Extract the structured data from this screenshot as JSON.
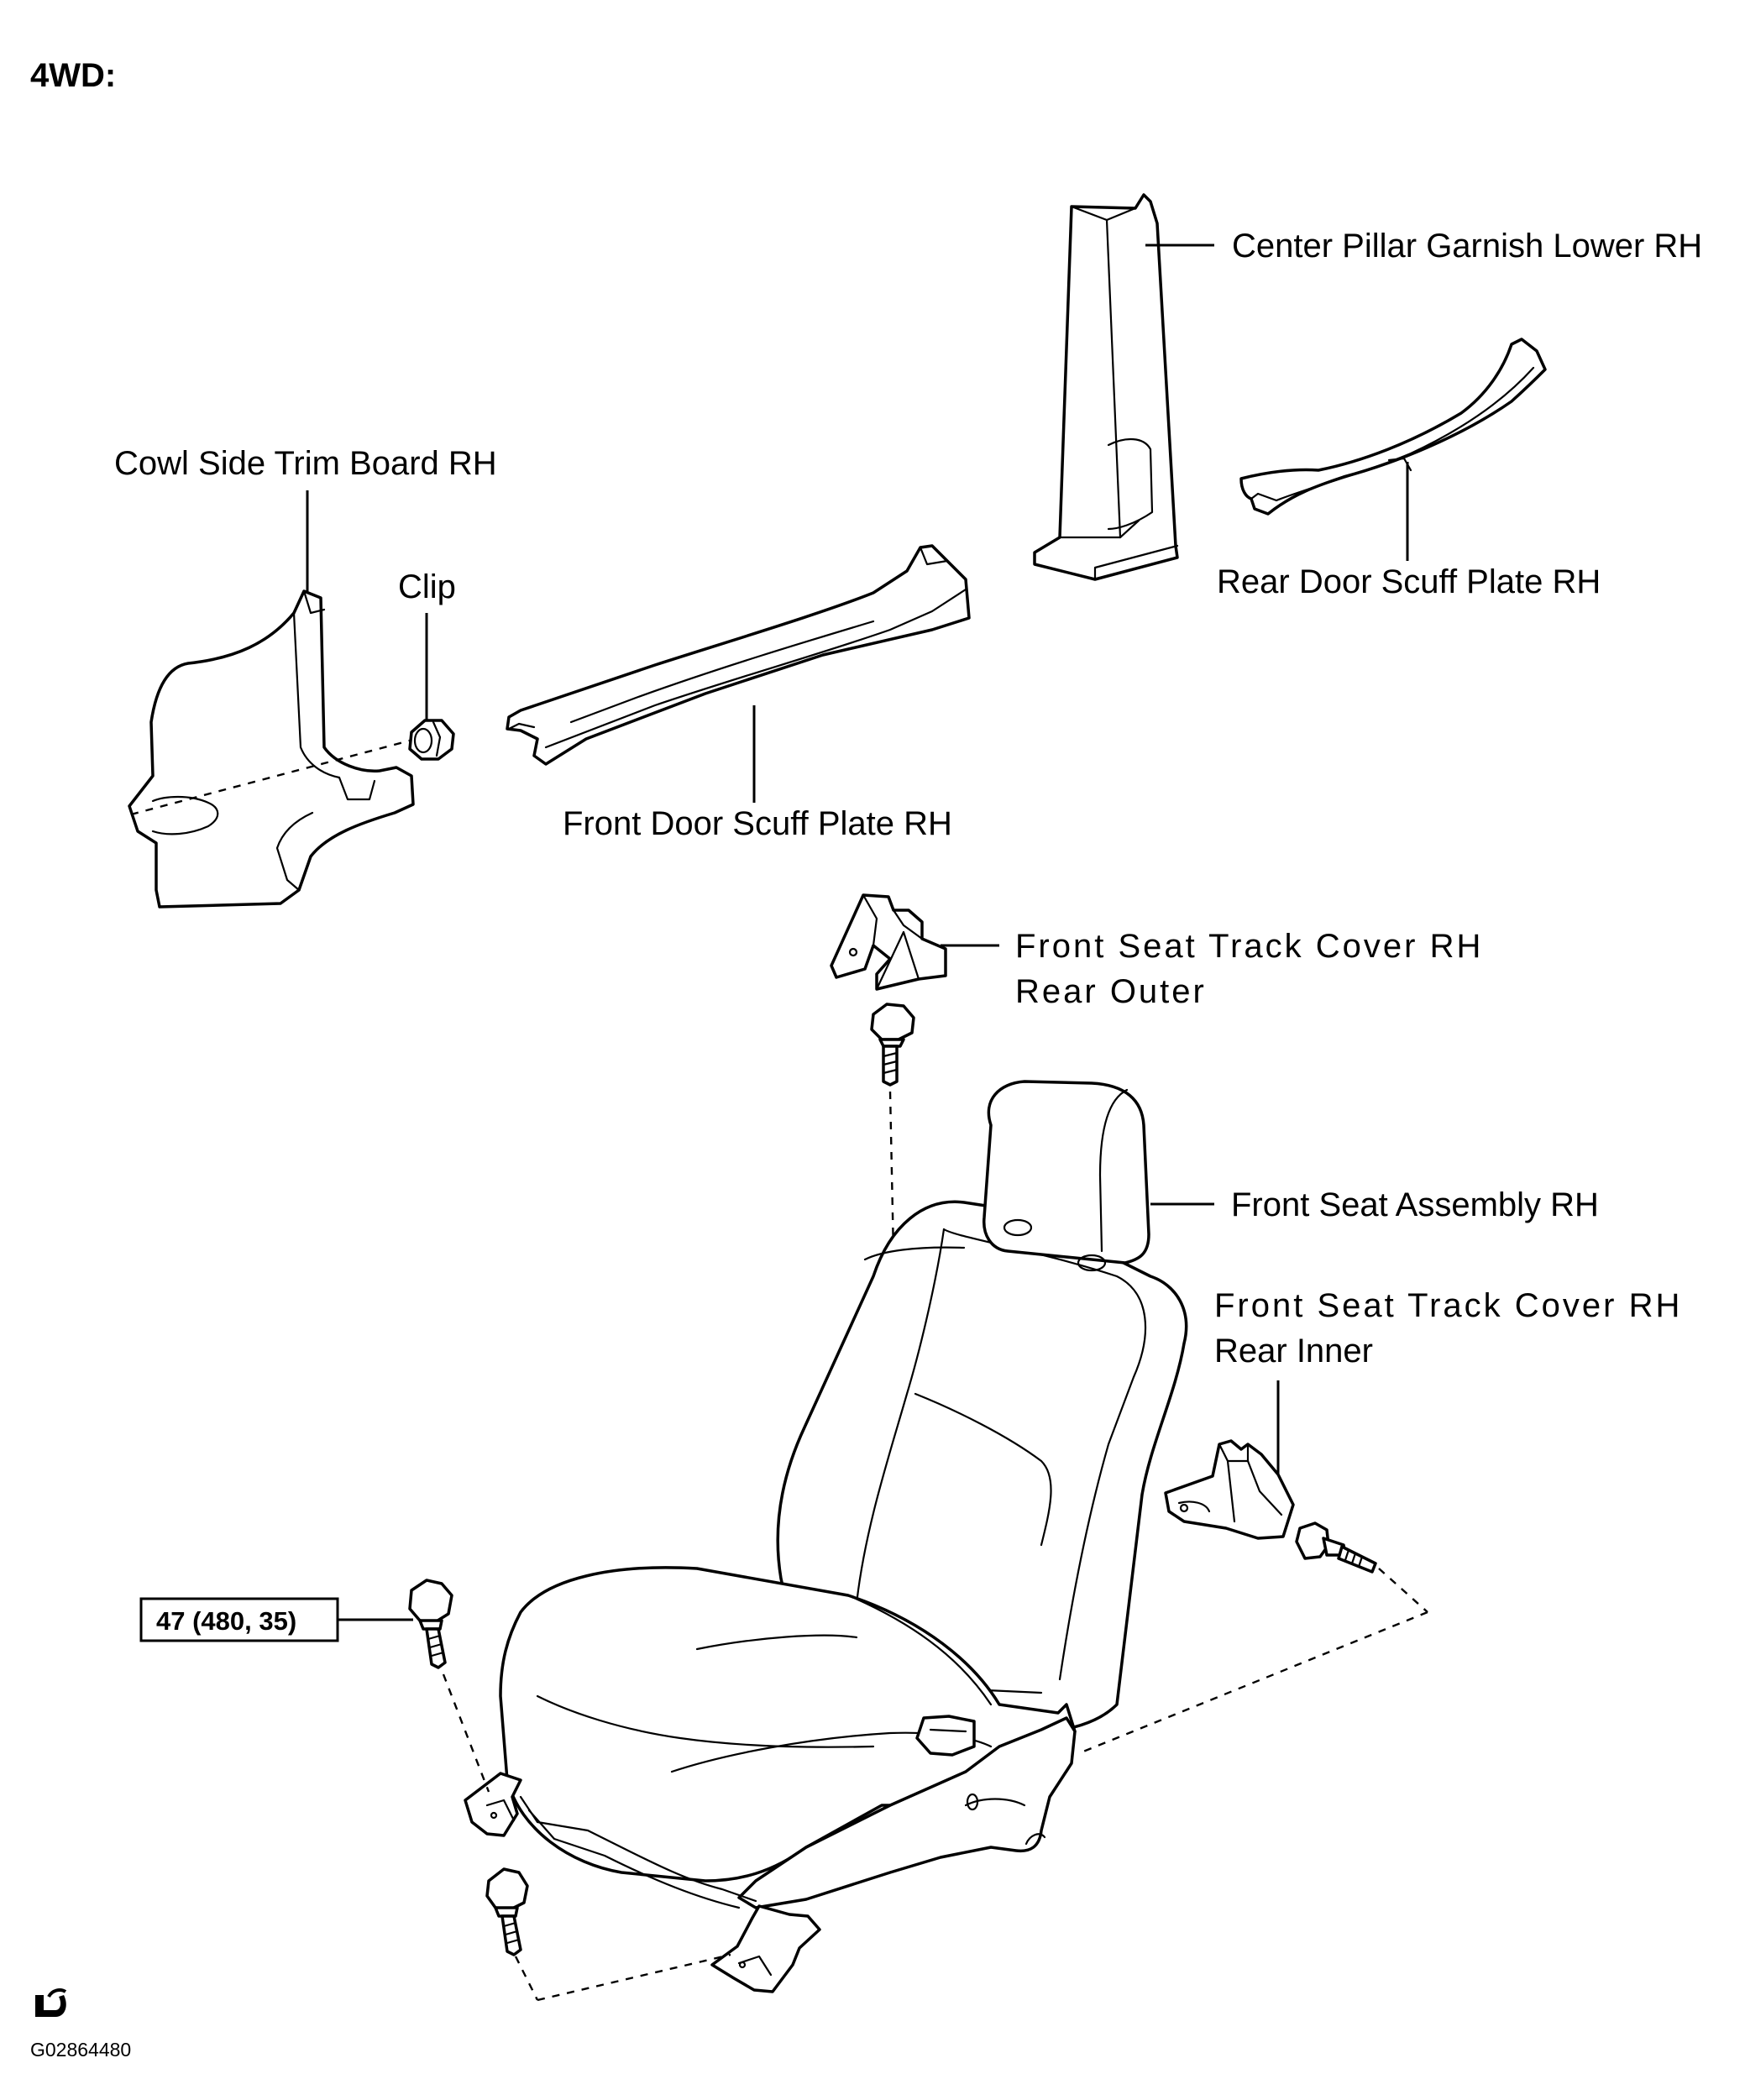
{
  "title": "4WD:",
  "labels": {
    "center_pillar": "Center Pillar Garnish Lower RH",
    "rear_scuff": "Rear Door Scuff Plate RH",
    "cowl_trim": "Cowl Side Trim Board RH",
    "clip": "Clip",
    "front_scuff": "Front Door Scuff Plate RH",
    "track_cover_outer_1": "Front Seat Track Cover RH",
    "track_cover_outer_2": "Rear Outer",
    "seat_assembly": "Front Seat Assembly RH",
    "track_cover_inner_1": "Front Seat Track Cover RH",
    "track_cover_inner_2": "Rear Inner"
  },
  "torque_spec": "47 (480, 35)",
  "icons": {
    "torque_symbol": "reuse-symbol-icon"
  },
  "figure_id": "G02864480"
}
